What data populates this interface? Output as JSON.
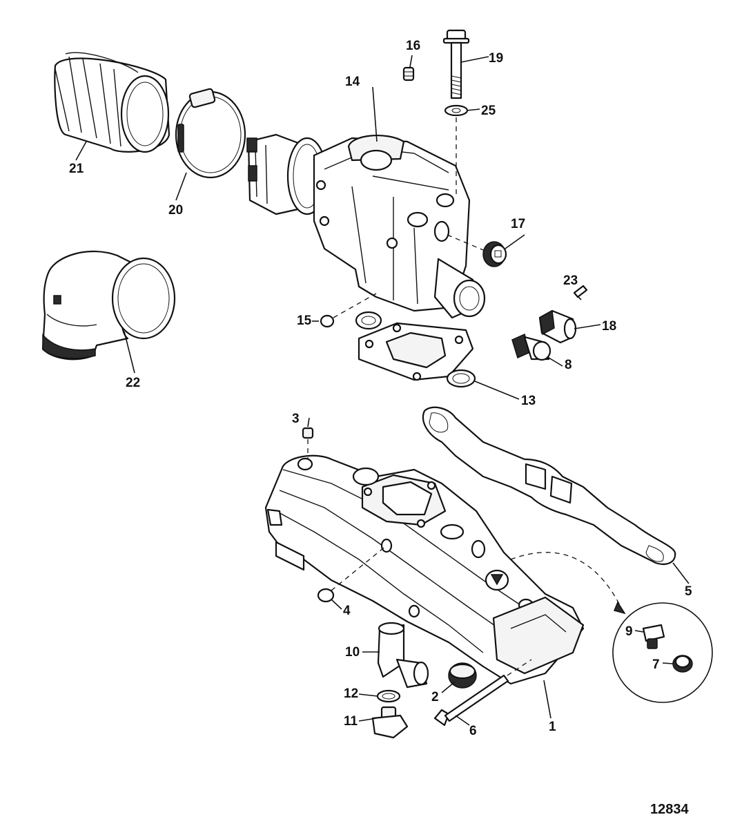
{
  "figure_number": "12834",
  "callouts": {
    "c1": "1",
    "c2": "2",
    "c3": "3",
    "c4": "4",
    "c5": "5",
    "c6": "6",
    "c7": "7",
    "c8": "8",
    "c9": "9",
    "c10": "10",
    "c11": "11",
    "c12": "12",
    "c13": "13",
    "c14": "14",
    "c15": "15",
    "c16": "16",
    "c17": "17",
    "c18": "18",
    "c19": "19",
    "c20": "20",
    "c21": "21",
    "c22": "22",
    "c23": "23",
    "c25": "25"
  }
}
